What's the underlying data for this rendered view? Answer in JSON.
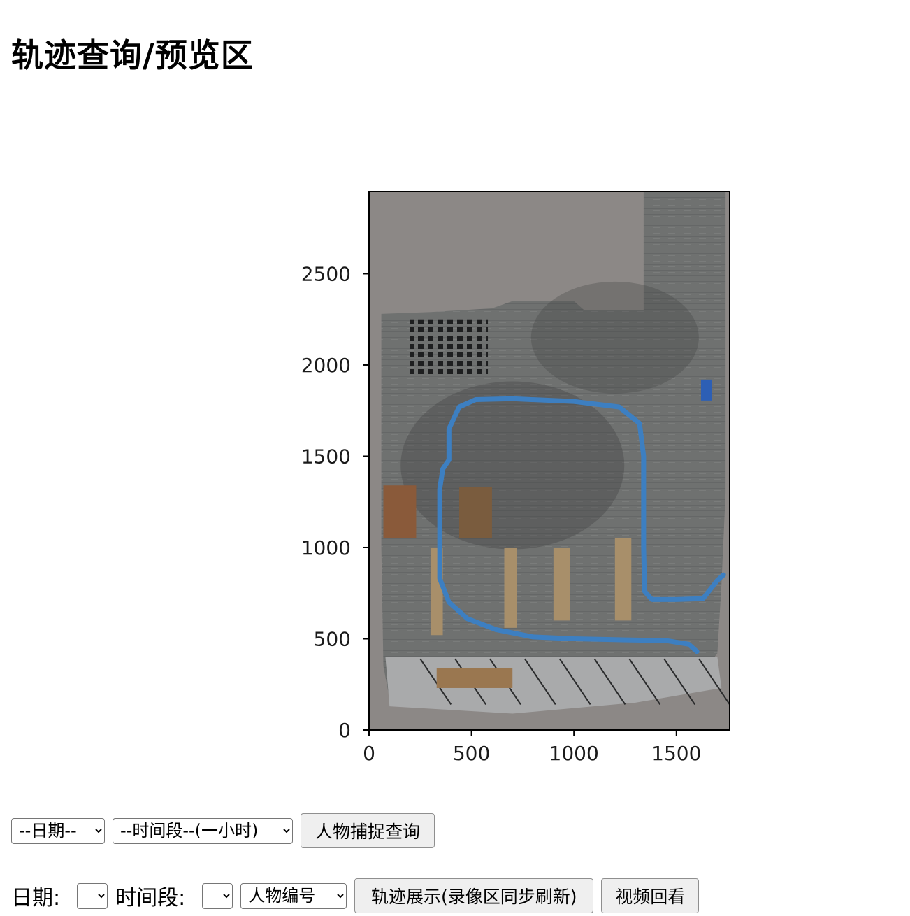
{
  "page": {
    "title": "轨迹查询/预览区"
  },
  "query_row": {
    "date_select": "--日期--",
    "period_select": "--时间段--(一小时)",
    "capture_button": "人物捕捉查询"
  },
  "track_row": {
    "date_label": "日期:",
    "date_select": "",
    "period_label": "时间段:",
    "period_select": "",
    "person_select": "人物编号",
    "show_button": "轨迹展示(录像区同步刷新)",
    "replay_button": "视频回看"
  },
  "chart_data": {
    "type": "line",
    "title": "",
    "xlabel": "",
    "ylabel": "",
    "xlim": [
      0,
      1760
    ],
    "ylim": [
      0,
      2950
    ],
    "xticks": [
      "0",
      "500",
      "1000",
      "1500"
    ],
    "yticks": [
      "0",
      "500",
      "1000",
      "1500",
      "2000",
      "2500"
    ],
    "grid": false,
    "background": "floor-plan image",
    "series": [
      {
        "color": "#3d7fc1",
        "points": [
          [
            1600,
            430
          ],
          [
            1560,
            470
          ],
          [
            1450,
            490
          ],
          [
            1200,
            495
          ],
          [
            1000,
            500
          ],
          [
            800,
            510
          ],
          [
            620,
            550
          ],
          [
            480,
            610
          ],
          [
            390,
            700
          ],
          [
            345,
            830
          ],
          [
            345,
            1050
          ],
          [
            345,
            1320
          ],
          [
            360,
            1430
          ],
          [
            390,
            1480
          ],
          [
            390,
            1650
          ],
          [
            440,
            1770
          ],
          [
            520,
            1810
          ],
          [
            700,
            1815
          ],
          [
            1000,
            1800
          ],
          [
            1220,
            1770
          ],
          [
            1320,
            1680
          ],
          [
            1340,
            1500
          ],
          [
            1340,
            1000
          ],
          [
            1345,
            760
          ],
          [
            1380,
            715
          ],
          [
            1500,
            715
          ],
          [
            1630,
            720
          ],
          [
            1700,
            820
          ],
          [
            1730,
            850
          ]
        ]
      }
    ]
  },
  "colors": {
    "track": "#3d7fc1",
    "plot_background": "#8c8886",
    "floor": "#6e706f"
  }
}
